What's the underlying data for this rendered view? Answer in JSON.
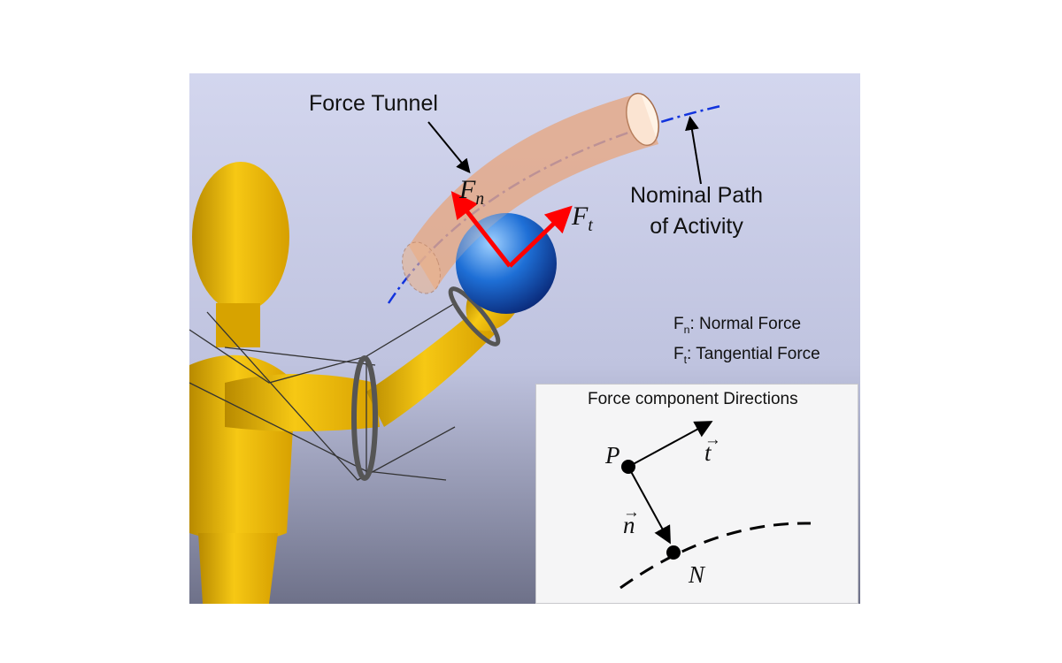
{
  "figure": {
    "labels": {
      "force_tunnel": "Force Tunnel",
      "nominal_path_line1": "Nominal Path",
      "nominal_path_line2": "of Activity",
      "fn_symbol": "F",
      "fn_sub": "n",
      "ft_symbol": "F",
      "ft_sub": "t"
    },
    "legend": {
      "fn_symbol": "F",
      "fn_sub": "n",
      "fn_text": ": Normal Force",
      "ft_symbol": "F",
      "ft_sub": "t",
      "ft_text": ":  Tangential Force"
    },
    "inset": {
      "title": "Force component Directions",
      "point_p": "P",
      "point_n": "N",
      "vector_t": "t",
      "vector_n": "n"
    },
    "colors": {
      "background_top": "#cdd0ea",
      "background_bottom": "#6e7189",
      "mannequin": "#f2be0c",
      "tunnel": "#e0a27c",
      "force_arrows": "#ff0000",
      "sphere": "#1a6fd6",
      "nominal_path": "#1133dd"
    }
  }
}
